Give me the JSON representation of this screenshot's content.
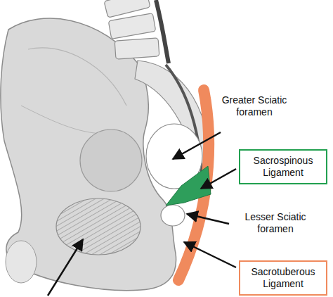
{
  "diagram": {
    "nodes": [
      {
        "text": [
          "Sacrospinous Ligament"
        ]
      },
      {
        "text": [
          "Sacrotuberous Ligament"
        ]
      }
    ],
    "labels": [
      "Greater Sciatic foramen",
      "Lesser Sciatic foramen"
    ]
  }
}
